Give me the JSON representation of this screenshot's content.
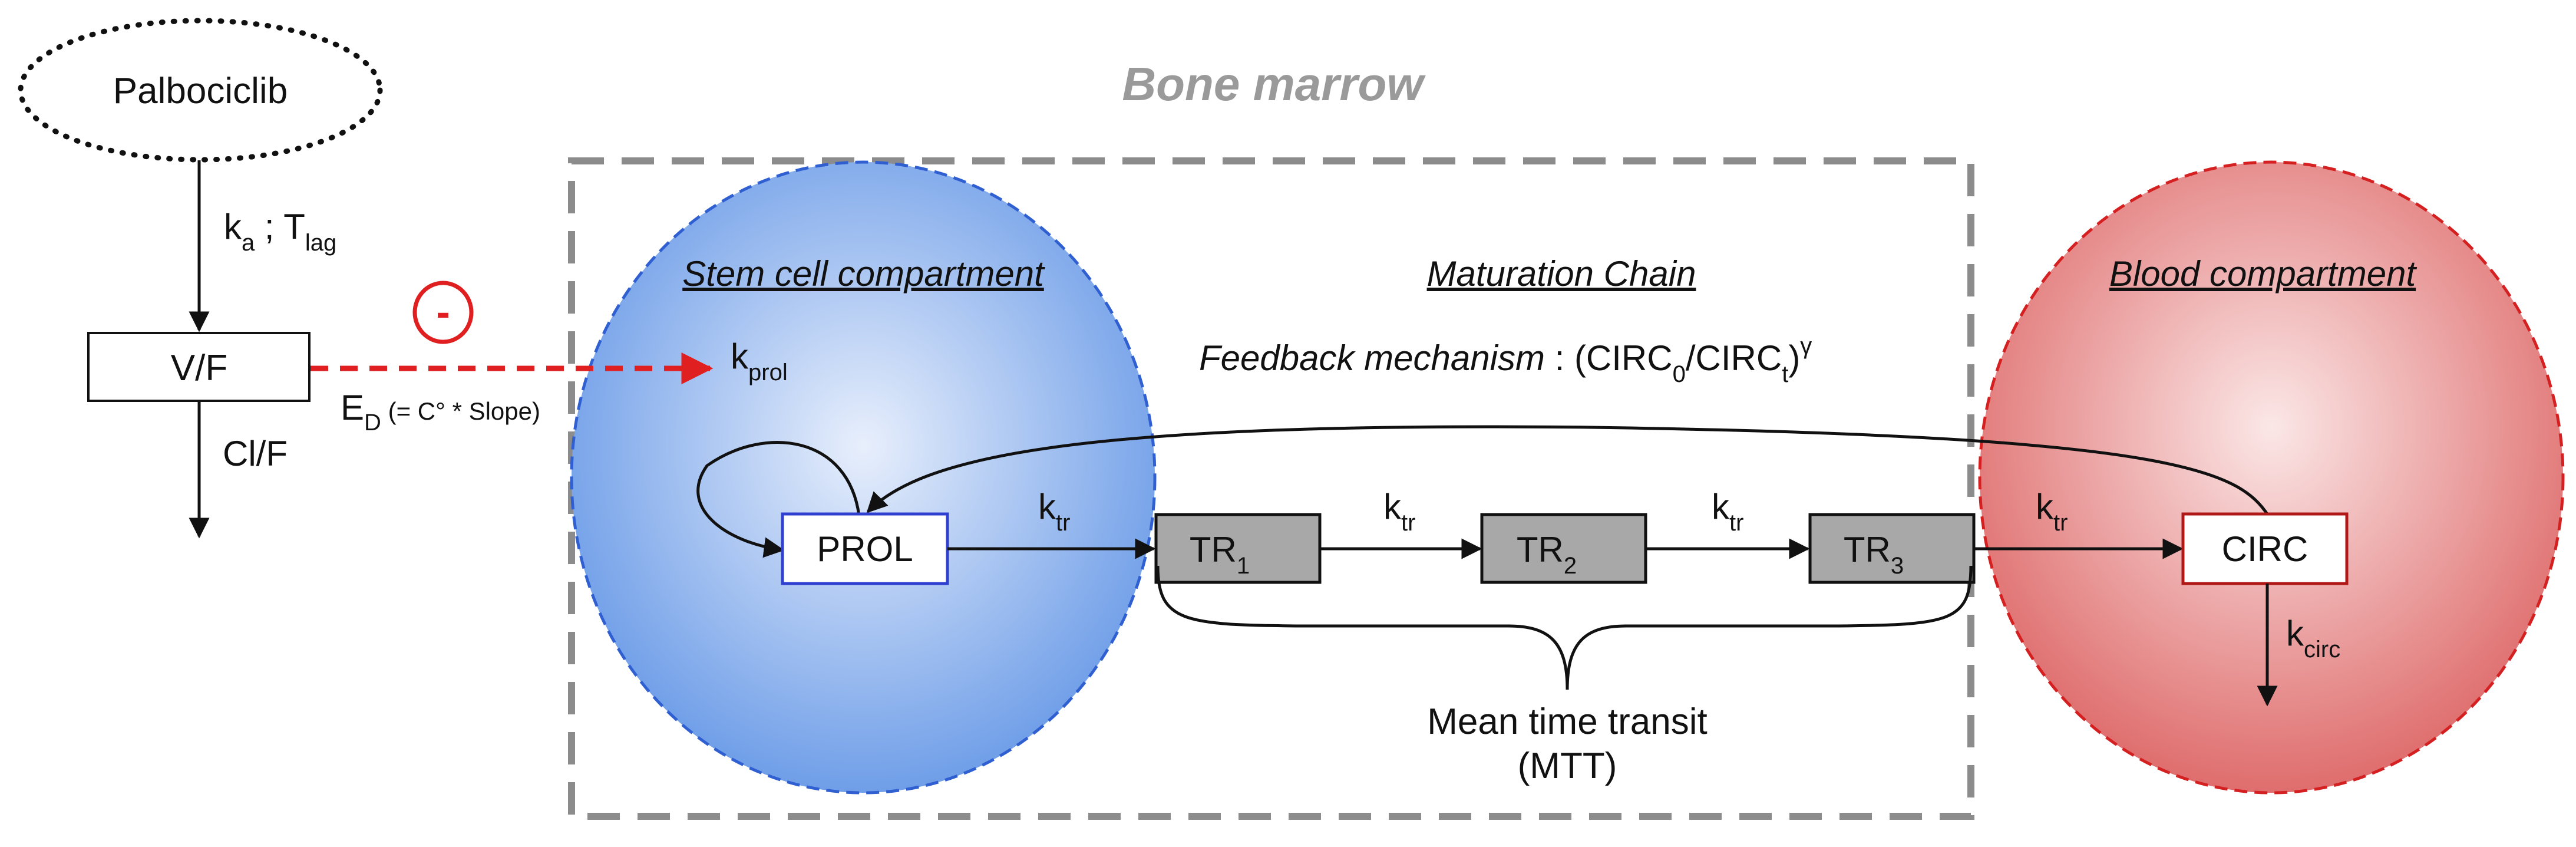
{
  "title": "Bone marrow",
  "drug": "Palbociclib",
  "pk": {
    "absorption": {
      "k": "k",
      "k_sub": "a",
      "sep": " ; ",
      "t": "T",
      "t_sub": "lag"
    },
    "central": "V/F",
    "clearance": "Cl/F",
    "inhibition_sign": "-",
    "effect": {
      "e": "E",
      "e_sub": "D",
      "formula": " (= C° * Slope)"
    }
  },
  "headings": {
    "stem": "Stem cell compartment",
    "maturation": "Maturation Chain",
    "blood": "Blood compartment"
  },
  "feedback": {
    "label": "Feedback mechanism",
    "colon": " : (CIRC",
    "sub0": "0",
    "mid": "/CIRC",
    "subt": "t",
    "close": ")",
    "exponent": "γ"
  },
  "rates": {
    "kprol": {
      "k": "k",
      "sub": "prol"
    },
    "ktr": {
      "k": "k",
      "sub": "tr"
    },
    "kcirc": {
      "k": "k",
      "sub": "circ"
    }
  },
  "compartments": {
    "prol": "PROL",
    "tr1": {
      "base": "TR",
      "sub": "1"
    },
    "tr2": {
      "base": "TR",
      "sub": "2"
    },
    "tr3": {
      "base": "TR",
      "sub": "3"
    },
    "circ": "CIRC"
  },
  "mtt": {
    "line1": "Mean time transit",
    "line2": "(MTT)"
  },
  "colors": {
    "stem_fill": "#6f9ee8",
    "stem_stroke": "#2f5fd0",
    "blood_fill": "#e07070",
    "blood_stroke": "#d42020",
    "inhibition": "#e02020",
    "transit_box": "#a8a8a8",
    "frame": "#8c8c8c"
  }
}
